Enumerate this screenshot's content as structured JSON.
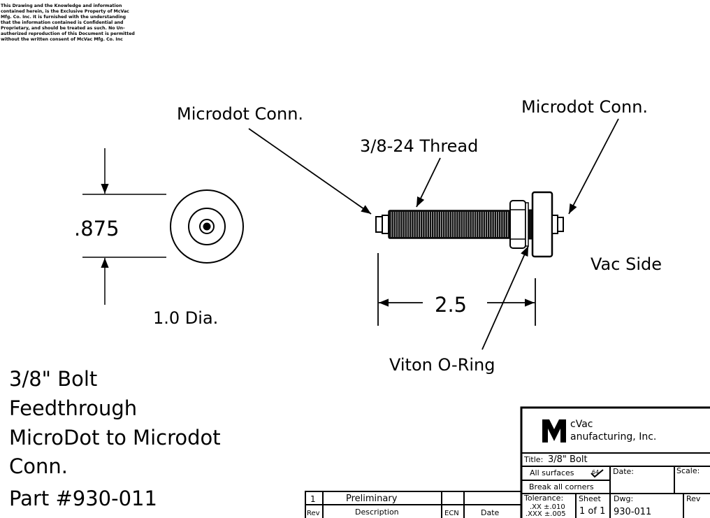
{
  "disclaimer": [
    "This Drawing and the Knowledge and information",
    "contained herein, is the Exclusive Property of McVac",
    "Mfg. Co. Inc. It is furnished with the understanding",
    "that the information contained is Confidential and",
    "Proprietary, and should be treated as such. No Un-",
    "autherized reproduction of this Document is permitted",
    "without the written consent of McVac Mfg. Co. Inc"
  ],
  "drawing": {
    "dim_height": ".875",
    "dim_diameter": "1.0 Dia.",
    "label_microdot_left": "Microdot Conn.",
    "label_thread": "3/8-24 Thread",
    "label_microdot_right": "Microdot Conn.",
    "label_vac_side": "Vac Side",
    "dim_length": "2.5",
    "label_oring": "Viton O-Ring"
  },
  "description": [
    "3/8\" Bolt",
    "Feedthrough",
    "MicroDot to Microdot",
    "Conn.",
    "Part #930-011"
  ],
  "title_block": {
    "company_line1": "cVac",
    "company_line2": "anufacturing, Inc.",
    "logo_letter": "M",
    "title_label": "Title:",
    "title_value": "3/8\" Bolt",
    "surfaces": "All surfaces",
    "finish": "64",
    "break_corners": "Break all corners",
    "date_label": "Date:",
    "scale_label": "Scale:",
    "tolerance_label": "Tolerance:",
    "tol_xx": ".XX  ±.010",
    "tol_xxx": ".XXX  ±.005",
    "sheet_label": "Sheet",
    "sheet_value": "1  of  1",
    "dwg_label": "Dwg:",
    "dwg_value": "930-011",
    "rev_label": "Rev"
  },
  "revision_table": {
    "rows": [
      {
        "rev": "1",
        "description": "Preliminary",
        "ecn": "",
        "date": ""
      }
    ],
    "headers": {
      "rev": "Rev",
      "description": "Description",
      "ecn": "ECN",
      "date": "Date"
    }
  }
}
